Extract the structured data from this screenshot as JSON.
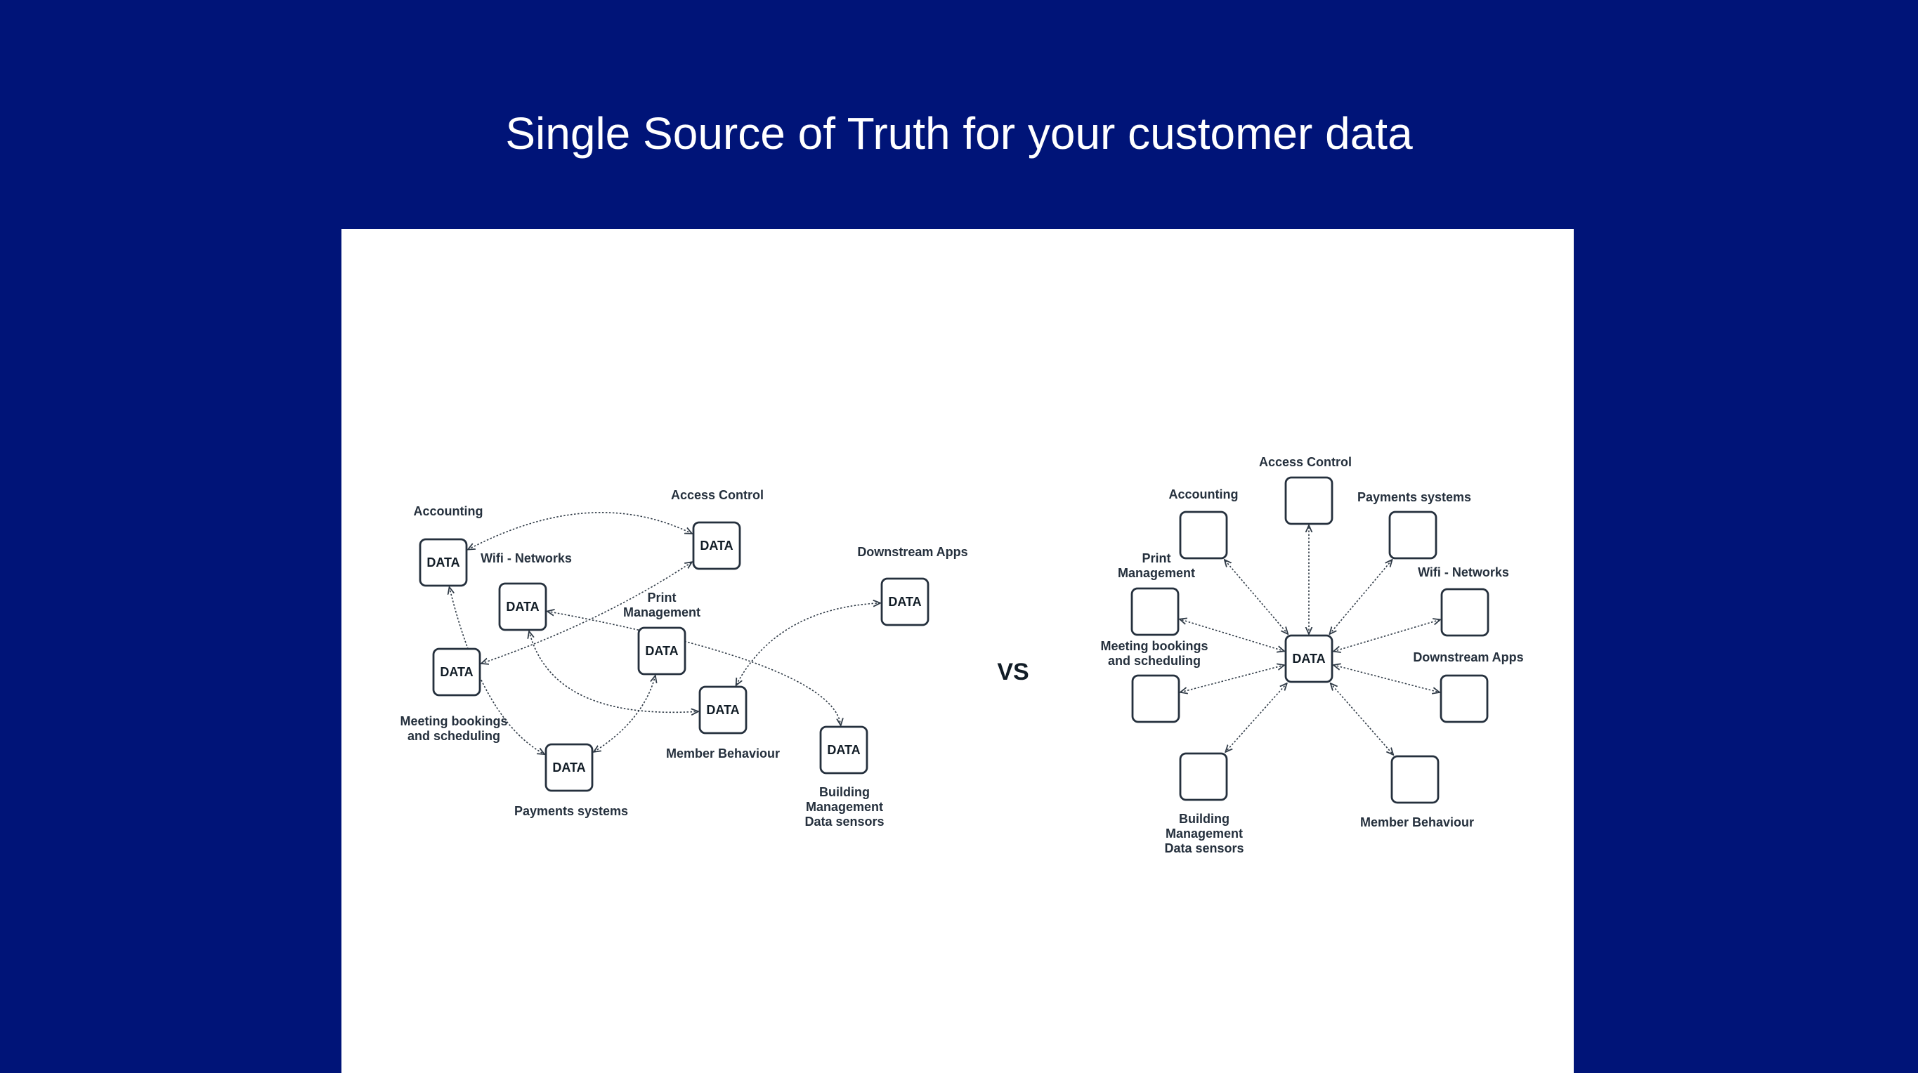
{
  "title": "Single Source of Truth for your customer data",
  "separator": "VS",
  "node_text": "DATA",
  "colors": {
    "background": "#001478",
    "panel": "#ffffff",
    "node_stroke": "#25303d",
    "text": "#25303d"
  },
  "left_diagram": {
    "nodes": [
      {
        "id": "accounting",
        "label": [
          "Accounting"
        ]
      },
      {
        "id": "access",
        "label": [
          "Access Control"
        ]
      },
      {
        "id": "wifi",
        "label": [
          "Wifi - Networks"
        ]
      },
      {
        "id": "downstream",
        "label": [
          "Downstream Apps"
        ]
      },
      {
        "id": "print",
        "label": [
          "Print",
          "Management"
        ]
      },
      {
        "id": "meeting",
        "label": [
          "Meeting bookings",
          "and scheduling"
        ]
      },
      {
        "id": "member",
        "label": [
          "Member Behaviour"
        ]
      },
      {
        "id": "building",
        "label": [
          "Building",
          "Management",
          "Data sensors"
        ]
      },
      {
        "id": "payments",
        "label": [
          "Payments systems"
        ]
      }
    ],
    "links": [
      [
        "accounting",
        "access"
      ],
      [
        "accounting",
        "payments"
      ],
      [
        "wifi",
        "member"
      ],
      [
        "wifi",
        "building"
      ],
      [
        "meeting",
        "access"
      ],
      [
        "print",
        "payments"
      ],
      [
        "downstream",
        "member"
      ]
    ]
  },
  "right_diagram": {
    "hub": {
      "id": "hub"
    },
    "spokes": [
      {
        "id": "access",
        "label": [
          "Access Control"
        ]
      },
      {
        "id": "accounting",
        "label": [
          "Accounting"
        ]
      },
      {
        "id": "payments",
        "label": [
          "Payments systems"
        ]
      },
      {
        "id": "print",
        "label": [
          "Print",
          "Management"
        ]
      },
      {
        "id": "wifi",
        "label": [
          "Wifi - Networks"
        ]
      },
      {
        "id": "meeting",
        "label": [
          "Meeting bookings",
          "and scheduling"
        ]
      },
      {
        "id": "downstream",
        "label": [
          "Downstream Apps"
        ]
      },
      {
        "id": "building",
        "label": [
          "Building",
          "Management",
          "Data sensors"
        ]
      },
      {
        "id": "member",
        "label": [
          "Member Behaviour"
        ]
      }
    ]
  }
}
